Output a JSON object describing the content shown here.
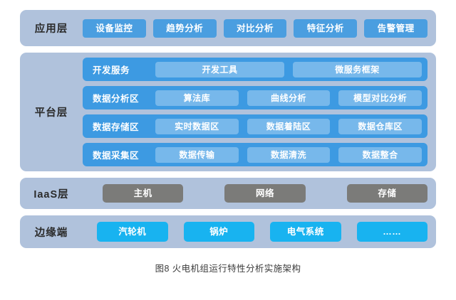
{
  "figure": {
    "caption": "图8 火电机组运行特性分析实施架构"
  },
  "colors": {
    "card_background": "#b0c2dc",
    "app_chip": "#4a9ee0",
    "platform_row": "#3d9ae2",
    "platform_chip": "rgba(255,255,255,0.30)",
    "iaas_chip": "#7b7b79",
    "edge_chip": "#18b3f0",
    "page_background": "#ffffff"
  },
  "layers": {
    "application": {
      "title": "应用层",
      "items": [
        {
          "label": "设备监控"
        },
        {
          "label": "趋势分析"
        },
        {
          "label": "对比分析"
        },
        {
          "label": "特征分析"
        },
        {
          "label": "告警管理"
        }
      ]
    },
    "platform": {
      "title": "平台层",
      "rows": [
        {
          "label": "开发服务",
          "items": [
            {
              "label": "开发工具"
            },
            {
              "label": "微服务框架"
            }
          ]
        },
        {
          "label": "数据分析区",
          "items": [
            {
              "label": "算法库"
            },
            {
              "label": "曲线分析"
            },
            {
              "label": "模型对比分析"
            }
          ]
        },
        {
          "label": "数据存储区",
          "items": [
            {
              "label": "实时数据区"
            },
            {
              "label": "数据着陆区"
            },
            {
              "label": "数据仓库区"
            }
          ]
        },
        {
          "label": "数据采集区",
          "items": [
            {
              "label": "数据传输"
            },
            {
              "label": "数据清洗"
            },
            {
              "label": "数据整合"
            }
          ]
        }
      ]
    },
    "iaas": {
      "title": "IaaS层",
      "items": [
        {
          "label": "主机"
        },
        {
          "label": "网络"
        },
        {
          "label": "存储"
        }
      ]
    },
    "edge": {
      "title": "边缘端",
      "items": [
        {
          "label": "汽轮机"
        },
        {
          "label": "锅炉"
        },
        {
          "label": "电气系统"
        },
        {
          "label": "……"
        }
      ]
    }
  }
}
